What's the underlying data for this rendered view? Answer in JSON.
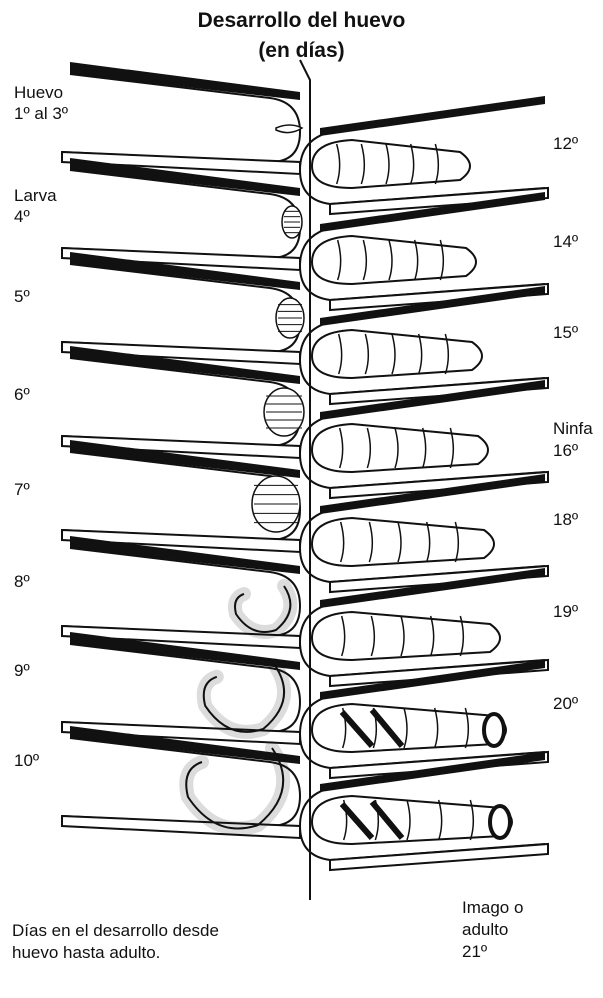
{
  "title": {
    "line1": "Desarrollo del huevo",
    "line2": "(en días)"
  },
  "left_labels": {
    "huevo": "Huevo",
    "huevo_days": "1º al 3º",
    "larva": "Larva",
    "day4": "4º",
    "day5": "5º",
    "day6": "6º",
    "day7": "7º",
    "day8": "8º",
    "day9": "9º",
    "day10": "10º"
  },
  "right_labels": {
    "day12": "12º",
    "day14": "14º",
    "day15": "15º",
    "ninfa": "Ninfa",
    "day16": "16º",
    "day18": "18º",
    "day19": "19º",
    "day20": "20º",
    "imago": "Imago o",
    "adulto": "adulto",
    "day21": "21º"
  },
  "caption": {
    "line1": "Días en el desarrollo desde",
    "line2": "huevo hasta adulto."
  },
  "colors": {
    "ink": "#111111",
    "paper": "#ffffff"
  }
}
